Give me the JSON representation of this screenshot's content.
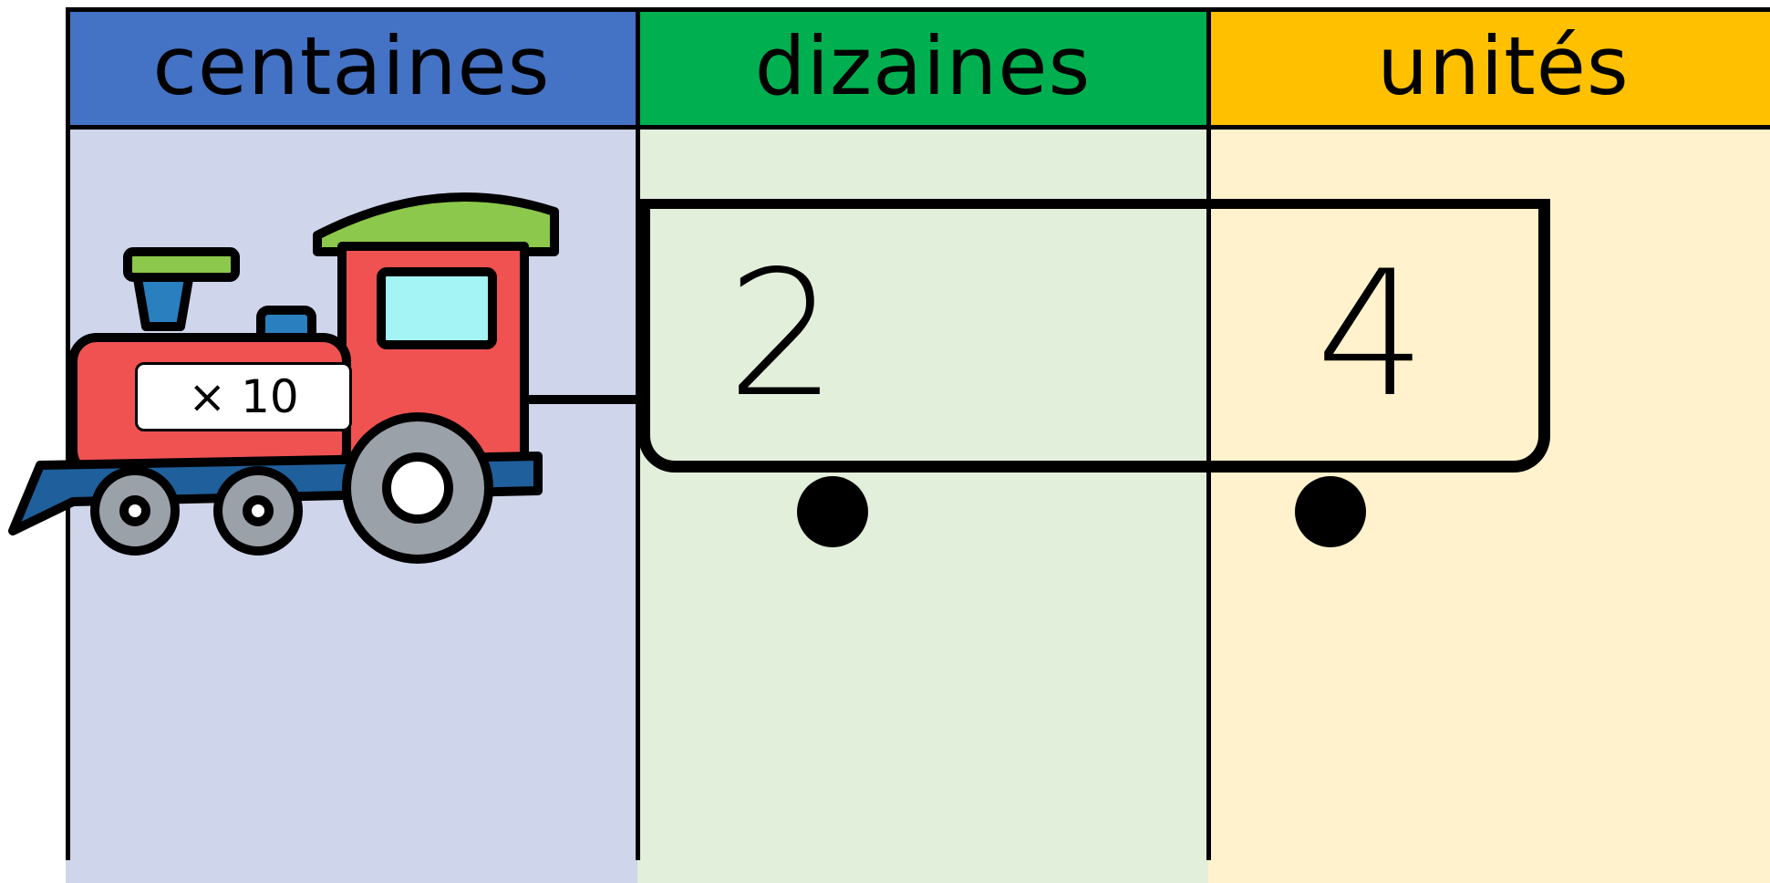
{
  "columns": [
    {
      "label": "centaines",
      "header_color": "#4472C4",
      "body_color": "#CFD5EA"
    },
    {
      "label": "dizaines",
      "header_color": "#00B050",
      "body_color": "#E2EFDA"
    },
    {
      "label": "unités",
      "header_color": "#FFC000",
      "body_color": "#FFF2CC"
    }
  ],
  "wagon": {
    "tens_digit": "2",
    "units_digit": "4"
  },
  "locomotive": {
    "badge_label": "× 10",
    "icon": "train-locomotive-icon"
  }
}
